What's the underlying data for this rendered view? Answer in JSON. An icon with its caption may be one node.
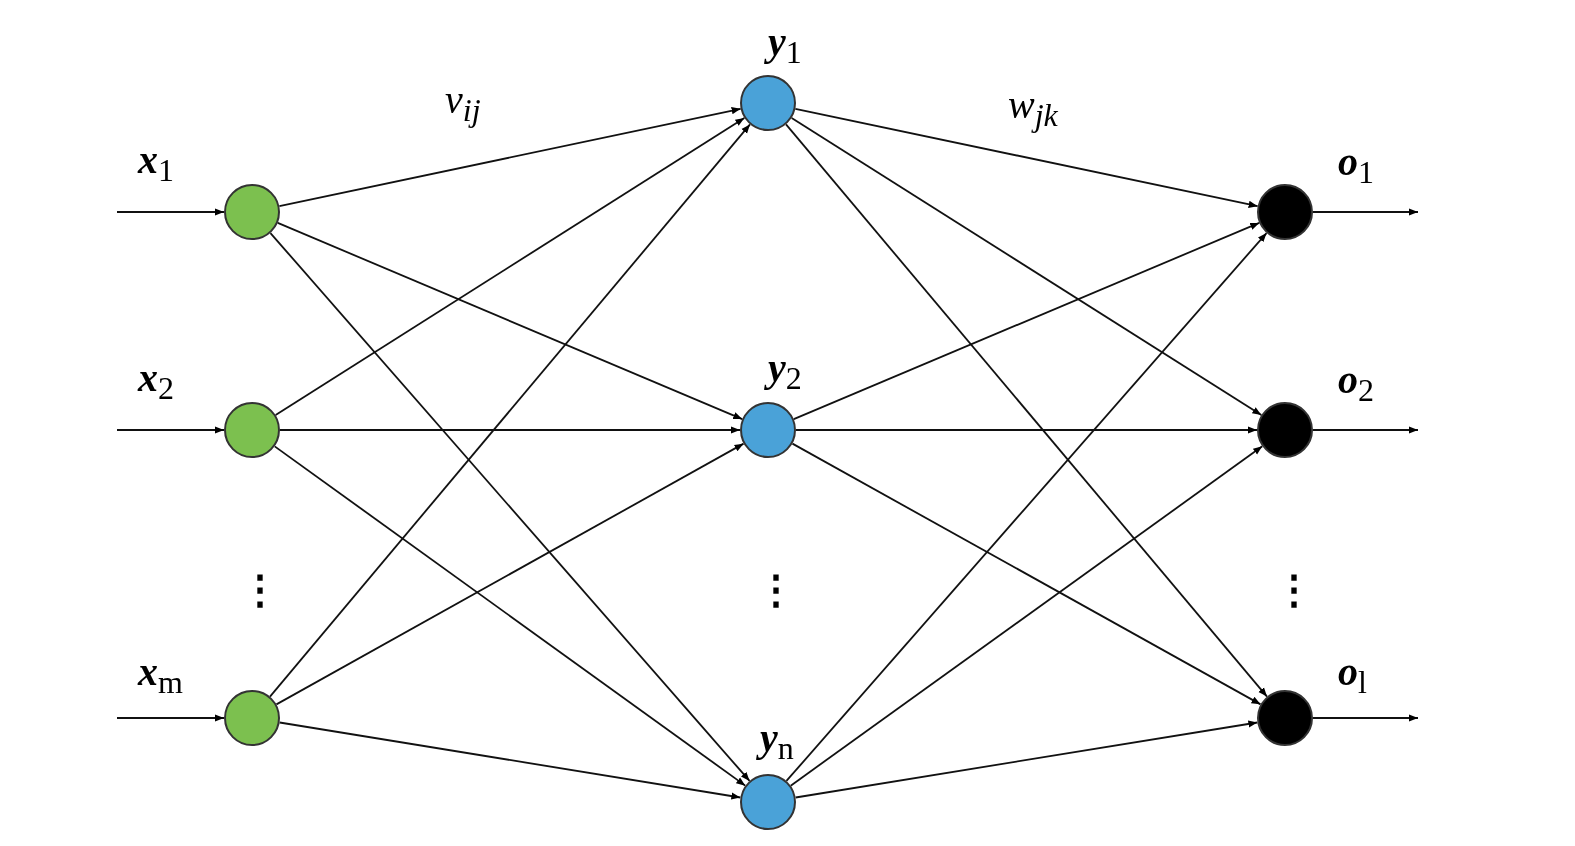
{
  "diagram": {
    "nodes": [
      {
        "text": [
          "**x**$_{1}$"
        ]
      },
      {
        "text": [
          "**x**$_{2}$"
        ]
      },
      {
        "text": [
          "**x**$_{m}$"
        ]
      },
      {
        "text": [
          "**y**$_{1}$"
        ]
      },
      {
        "text": [
          "**y**$_{2}$"
        ]
      },
      {
        "text": [
          "**y**$_{n}$"
        ]
      },
      {
        "text": [
          "**o**$_{1}$"
        ]
      },
      {
        "text": [
          "**o**$_{2}$"
        ]
      },
      {
        "text": [
          "**o**$_{l}$"
        ]
      }
    ],
    "edges": [
      {
        "from": null,
        "to": 0,
        "arrow": "to"
      },
      {
        "from": null,
        "to": 1,
        "arrow": "to"
      },
      {
        "from": null,
        "to": 2,
        "arrow": "to"
      },
      {
        "from": 0,
        "to": 3,
        "arrow": "to"
      },
      {
        "from": 0,
        "to": 4,
        "arrow": "to"
      },
      {
        "from": 0,
        "to": 5,
        "arrow": "to"
      },
      {
        "from": 1,
        "to": 3,
        "arrow": "to"
      },
      {
        "from": 1,
        "to": 4,
        "arrow": "to"
      },
      {
        "from": 1,
        "to": 5,
        "arrow": "to"
      },
      {
        "from": 2,
        "to": 3,
        "arrow": "to"
      },
      {
        "from": 2,
        "to": 4,
        "arrow": "to"
      },
      {
        "from": 2,
        "to": 5,
        "arrow": "to"
      },
      {
        "from": 3,
        "to": 6,
        "arrow": "to"
      },
      {
        "from": 3,
        "to": 7,
        "arrow": "to"
      },
      {
        "from": 3,
        "to": 8,
        "arrow": "to"
      },
      {
        "from": 4,
        "to": 6,
        "arrow": "to"
      },
      {
        "from": 4,
        "to": 7,
        "arrow": "to"
      },
      {
        "from": 4,
        "to": 8,
        "arrow": "to"
      },
      {
        "from": 5,
        "to": 6,
        "arrow": "to"
      },
      {
        "from": 5,
        "to": 7,
        "arrow": "to"
      },
      {
        "from": 5,
        "to": 8,
        "arrow": "to"
      },
      {
        "from": 6,
        "to": null,
        "arrow": "to"
      },
      {
        "from": 7,
        "to": null,
        "arrow": "to"
      },
      {
        "from": 8,
        "to": null,
        "arrow": "to"
      }
    ],
    "labels": [
      "*v*$_{ij}$",
      "*w*$_{jk}$",
      "⋮",
      "⋮",
      "⋮"
    ]
  }
}
